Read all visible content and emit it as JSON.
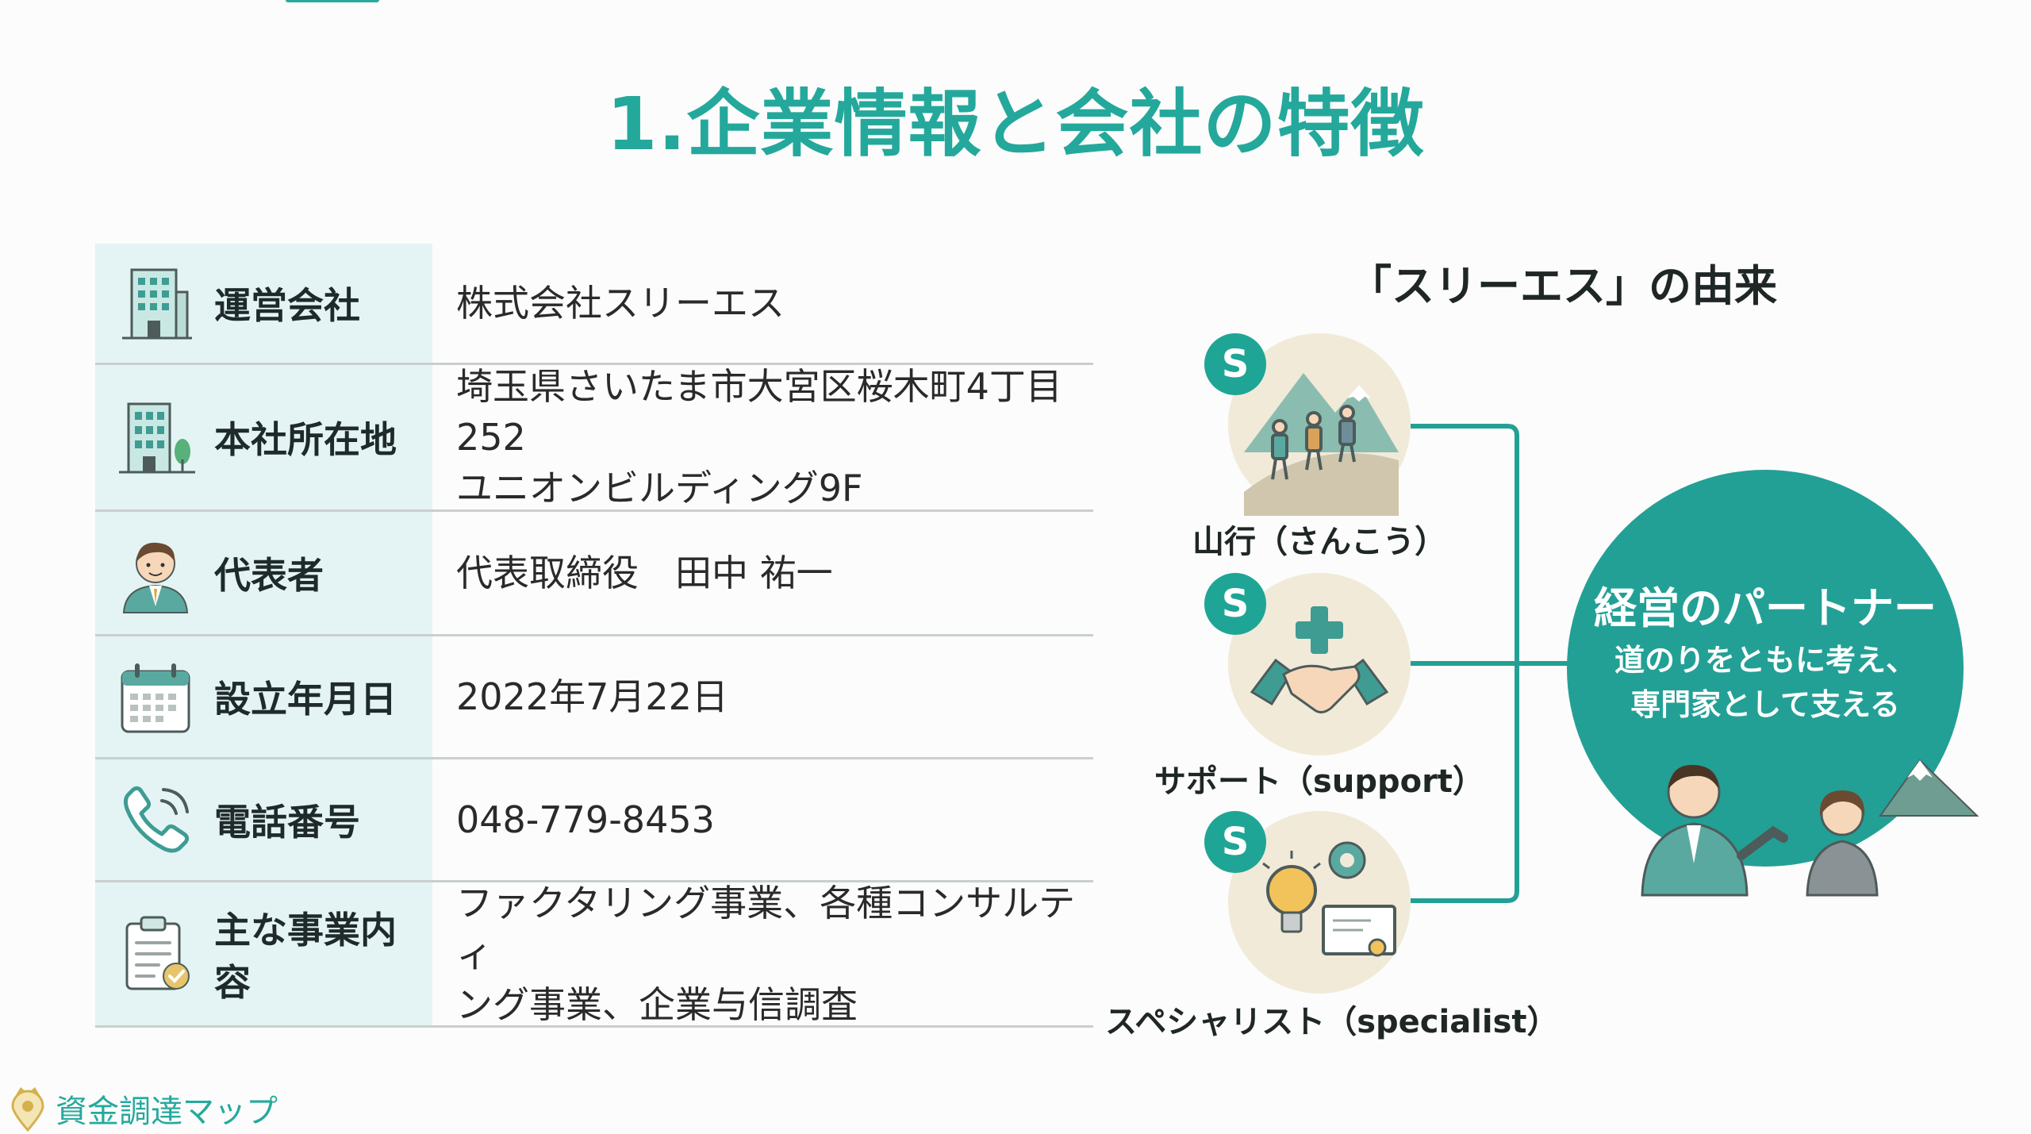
{
  "title": "1.企業情報と会社の特徴",
  "company_info": [
    {
      "label": "運営会社",
      "value": "株式会社スリーエス",
      "icon": "building-icon"
    },
    {
      "label": "本社所在地",
      "value": "埼玉県さいたま市大宮区桜木町4丁目252\nユニオンビルディング9F",
      "icon": "office-building-icon"
    },
    {
      "label": "代表者",
      "value": "代表取締役　田中 祐一",
      "icon": "person-icon"
    },
    {
      "label": "設立年月日",
      "value": "2022年7月22日",
      "icon": "calendar-icon"
    },
    {
      "label": "電話番号",
      "value": "048-779-8453",
      "icon": "phone-icon"
    },
    {
      "label": "主な事業内容",
      "value": "ファクタリング事業、各種コンサルティ\nング事業、企業与信調査",
      "icon": "clipboard-check-icon"
    }
  ],
  "origin": {
    "title": "「スリーエス」の由来",
    "items": [
      {
        "badge": "S",
        "label": "山行（さんこう）",
        "icon": "mountain-hikers-icon"
      },
      {
        "badge": "S",
        "label": "サポート（support）",
        "icon": "handshake-icon"
      },
      {
        "badge": "S",
        "label": "スペシャリスト（specialist）",
        "icon": "lightbulb-certificate-icon"
      }
    ],
    "partner": {
      "title": "経営のパートナー",
      "subtitle": "道のりをともに考え、\n専門家として支える"
    }
  },
  "footer": {
    "logo_text": "資金調達マップ"
  },
  "colors": {
    "accent": "#24a89c",
    "label_bg": "#e4f4f4",
    "circle_bg": "#f1ead9"
  }
}
